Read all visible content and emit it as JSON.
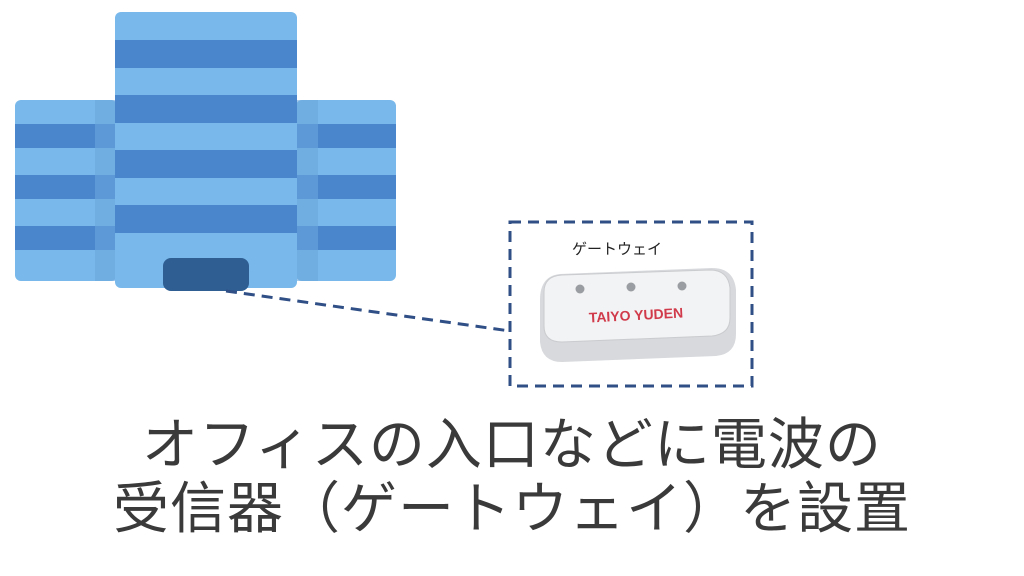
{
  "gateway": {
    "label": "ゲートウェイ",
    "brand": "TAIYO YUDEN",
    "brand_color": "#d03a4a"
  },
  "caption": {
    "line1": "オフィスの入口などに電波の",
    "line2": "受信器（ゲートウェイ）を設置"
  },
  "colors": {
    "building_light": "#78b8ea",
    "building_dark": "#4a86cc",
    "building_door": "#2f5e93",
    "dashed_line": "#2f4f86"
  }
}
